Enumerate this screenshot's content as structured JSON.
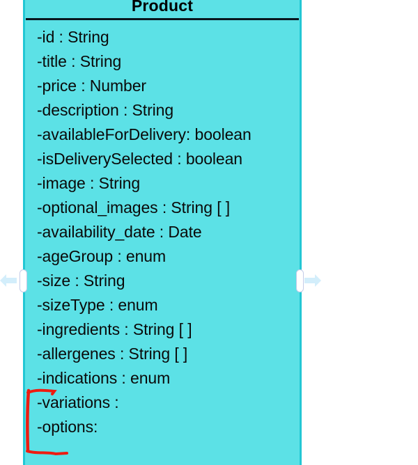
{
  "diagram": {
    "type": "uml-class-diagram",
    "background_color": "#ffffff",
    "class_box": {
      "name": "Product",
      "fill_color": "#5ce1e6",
      "border_color": "#22c7d4",
      "divider_color": "#08161e",
      "text_color": "#0a0a0a",
      "attributes": [
        {
          "text": "-id : String"
        },
        {
          "text": "-title : String"
        },
        {
          "text": "-price : Number"
        },
        {
          "text": "-description : String"
        },
        {
          "text": "-availableForDelivery: boolean"
        },
        {
          "text": "-isDeliverySelected : boolean"
        },
        {
          "text": "-image : String"
        },
        {
          "text": "-optional_images : String [ ]"
        },
        {
          "text": "-availability_date : Date"
        },
        {
          "text": "-ageGroup : enum"
        },
        {
          "text": "-size : String"
        },
        {
          "text": "-sizeType : enum"
        },
        {
          "text": "-ingredients : String [ ]"
        },
        {
          "text": "-allergenes : String [ ]"
        },
        {
          "text": "-indications : enum"
        },
        {
          "text": "-variations :"
        },
        {
          "text": "-options:"
        }
      ]
    },
    "selection": {
      "handle_fill": "#ffffff",
      "handle_border": "#c3cbe8",
      "handles": [
        {
          "name": "left-resize-handle"
        },
        {
          "name": "right-resize-handle"
        }
      ]
    },
    "pan_arrows": {
      "color": "#d3eefb",
      "left_label": "pan-left",
      "right_label": "pan-right"
    },
    "annotation": {
      "kind": "hand-drawn-bracket",
      "color": "#ee1c11",
      "marks_attributes": [
        "-variations :",
        "-options:"
      ]
    }
  }
}
